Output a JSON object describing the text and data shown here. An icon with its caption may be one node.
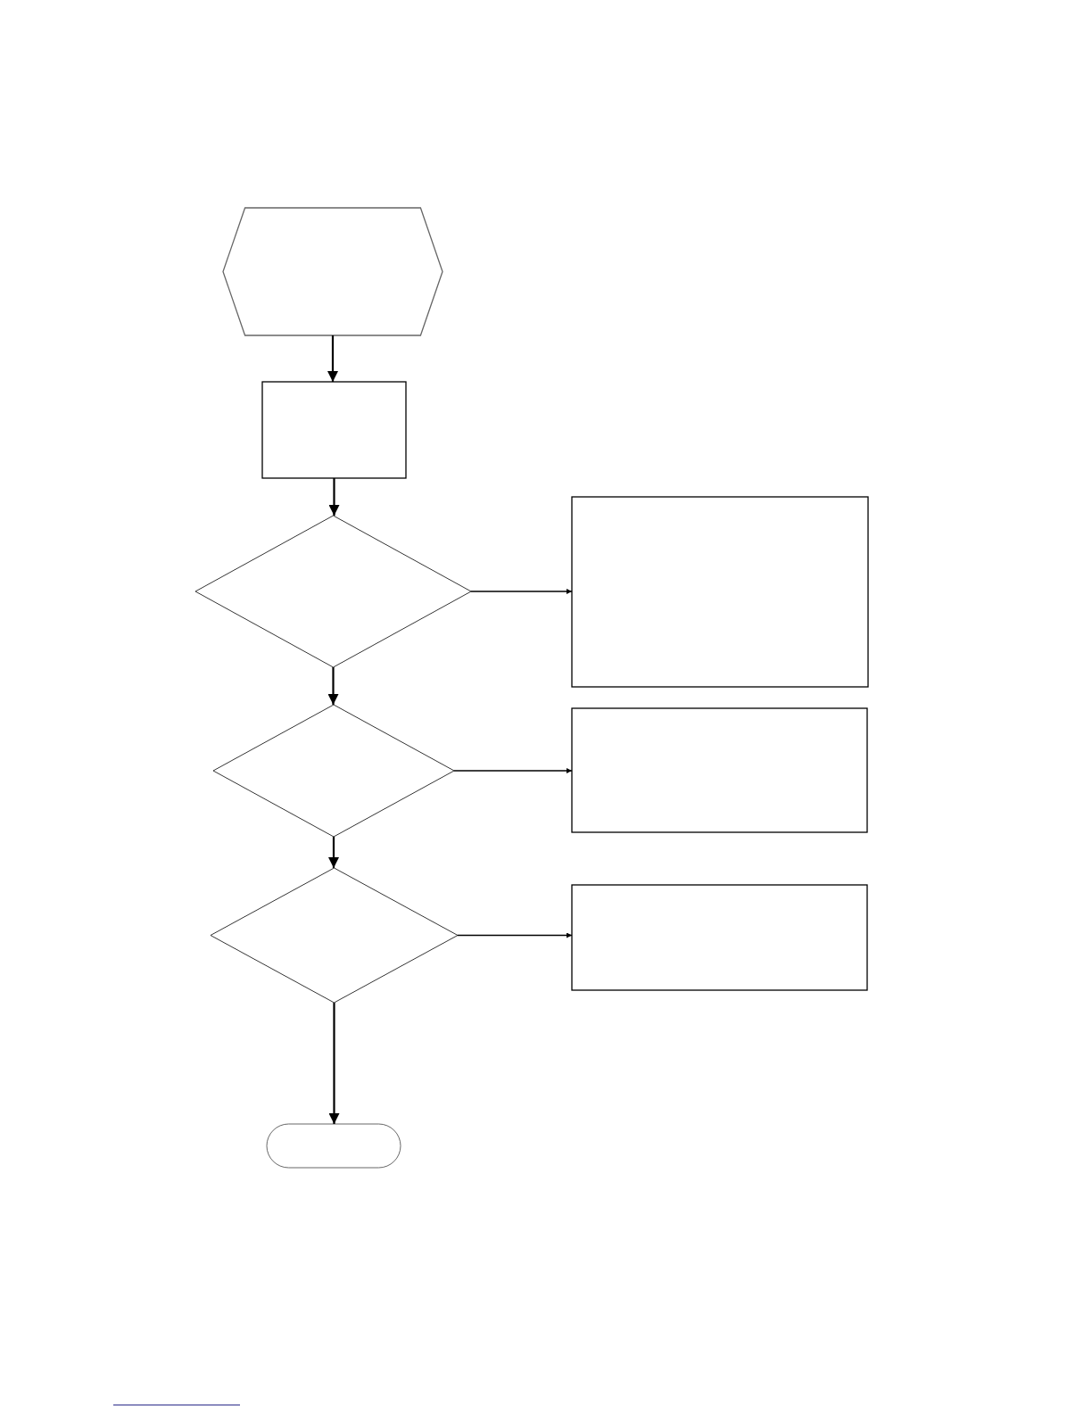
{
  "diagram": {
    "nodes": [
      {
        "text": [],
        "shape": "hexagon"
      },
      {
        "text": [],
        "shape": "box"
      },
      {
        "text": [],
        "shape": "diamond"
      },
      {
        "text": [],
        "shape": "box"
      },
      {
        "text": [],
        "shape": "diamond"
      },
      {
        "text": [],
        "shape": "box"
      },
      {
        "text": [],
        "shape": "diamond"
      },
      {
        "text": [],
        "shape": "box"
      },
      {
        "text": [],
        "shape": "stadium"
      }
    ],
    "edges": [
      {
        "from": 0,
        "to": 1,
        "arrow": "to"
      },
      {
        "from": 1,
        "to": 2,
        "arrow": "to"
      },
      {
        "from": 2,
        "to": 3,
        "arrow": "to"
      },
      {
        "from": 2,
        "to": 4,
        "arrow": "to"
      },
      {
        "from": 4,
        "to": 5,
        "arrow": "to"
      },
      {
        "from": 4,
        "to": 6,
        "arrow": "to"
      },
      {
        "from": 6,
        "to": 7,
        "arrow": "to"
      },
      {
        "from": 6,
        "to": 8,
        "arrow": "to"
      }
    ]
  }
}
